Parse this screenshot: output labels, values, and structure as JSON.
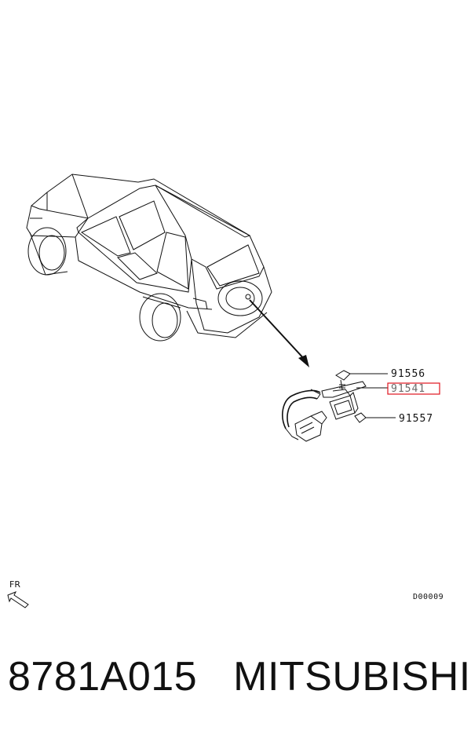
{
  "callouts": [
    {
      "code": "91556",
      "highlighted": false
    },
    {
      "code": "91541",
      "highlighted": true
    },
    {
      "code": "91557",
      "highlighted": false
    }
  ],
  "direction_label": "FR",
  "diagram_code": "D00009",
  "part_number": "8781A015",
  "brand": "MITSUBISHI",
  "highlight_color": "#e0141e"
}
